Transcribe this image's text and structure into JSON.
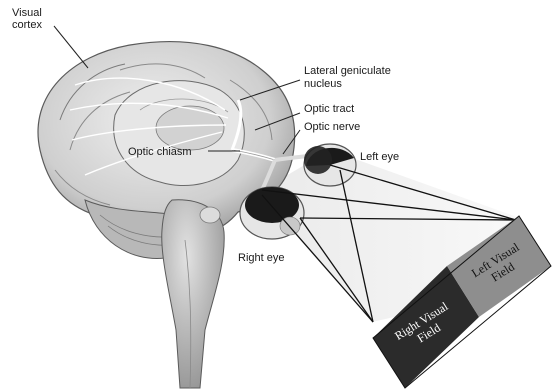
{
  "labels": {
    "visual_cortex_1": "Visual",
    "visual_cortex_2": "cortex",
    "lgn_1": "Lateral geniculate",
    "lgn_2": "nucleus",
    "optic_tract": "Optic tract",
    "optic_nerve": "Optic nerve",
    "optic_chiasm": "Optic chiasm",
    "left_eye": "Left eye",
    "right_eye": "Right eye"
  },
  "fields": {
    "right_1": "Right Visual",
    "right_2": "Field",
    "left_1": "Left Visual",
    "left_2": "Field"
  },
  "colors": {
    "right_field": "#2b2b2b",
    "left_field": "#8e8e8e",
    "right_field_text": "#ffffff",
    "left_field_text": "#111111"
  }
}
